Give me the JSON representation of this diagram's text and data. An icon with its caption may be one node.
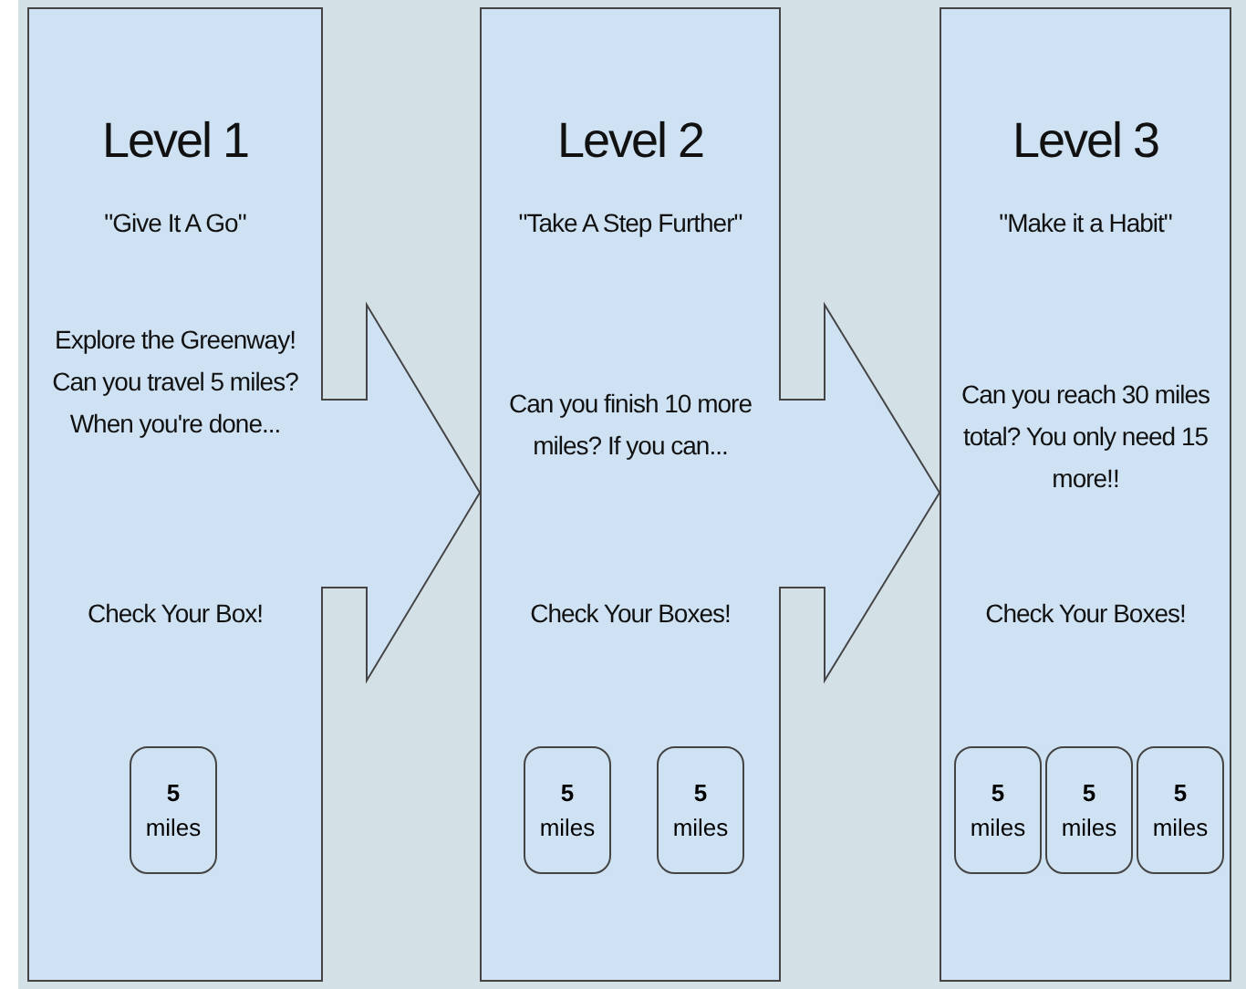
{
  "diagram": {
    "nodes": [
      {
        "text": [
          "Level 1",
          "\"Give It A Go\"",
          "Explore the Greenway! Can you travel 5 miles? When you're done...",
          "Check Your Box!"
        ]
      },
      {
        "text": [
          "5",
          "miles"
        ],
        "in": 0
      },
      {
        "text": [
          "Level 2",
          "\"Take A Step Further\"",
          "Can you finish 10 more miles? If you can...",
          "Check Your Boxes!"
        ]
      },
      {
        "text": [
          "5",
          "miles"
        ],
        "in": 2
      },
      {
        "text": [
          "5",
          "miles"
        ],
        "in": 2
      },
      {
        "text": [
          "Level 3",
          "\"Make it a Habit\"",
          "Can you reach 30 miles total? You only need 15 more!!",
          "Check Your Boxes!"
        ]
      },
      {
        "text": [
          "5",
          "miles"
        ],
        "in": 5
      },
      {
        "text": [
          "5",
          "miles"
        ],
        "in": 5
      },
      {
        "text": [
          "5",
          "miles"
        ],
        "in": 5
      }
    ],
    "edges": [
      {
        "from": 0,
        "to": 2,
        "arrow": "to"
      },
      {
        "from": 2,
        "to": 5,
        "arrow": "to"
      }
    ]
  }
}
